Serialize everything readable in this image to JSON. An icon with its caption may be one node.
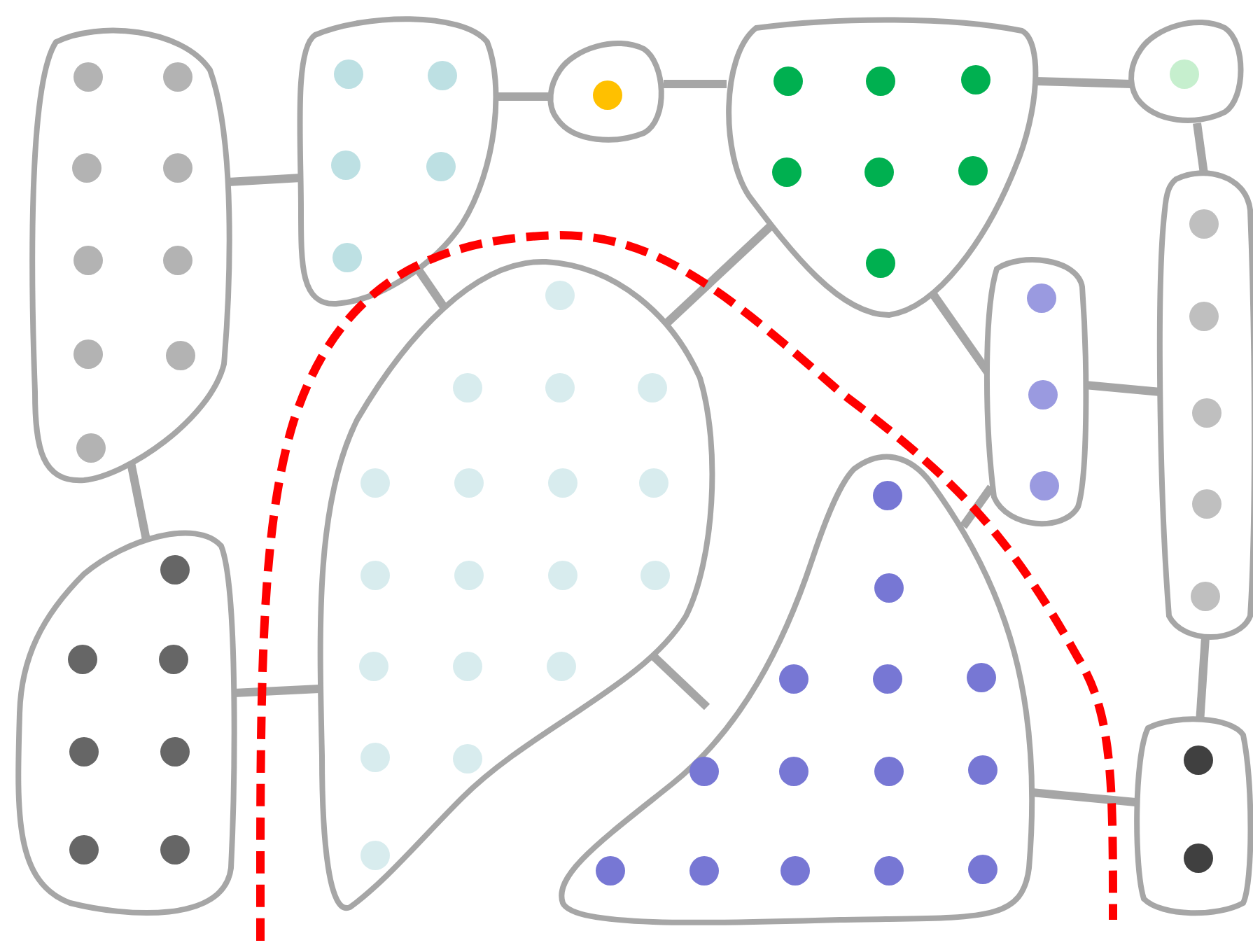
{
  "diagram": {
    "nodes": [
      {
        "text": [],
        "shape": "blob"
      },
      {
        "text": [],
        "shape": "blob"
      },
      {
        "text": [],
        "shape": "blob"
      },
      {
        "text": [],
        "shape": "blob"
      },
      {
        "text": [],
        "shape": "blob"
      },
      {
        "text": [],
        "shape": "blob"
      },
      {
        "text": [],
        "shape": "blob"
      },
      {
        "text": [],
        "shape": "blob"
      },
      {
        "text": [],
        "shape": "blob"
      },
      {
        "text": [],
        "shape": "blob"
      },
      {
        "text": [],
        "shape": "blob"
      }
    ],
    "edges": [
      {
        "from": 0,
        "to": 1,
        "arrow": "none"
      },
      {
        "from": 1,
        "to": 2,
        "arrow": "none"
      },
      {
        "from": 2,
        "to": 3,
        "arrow": "none"
      },
      {
        "from": 3,
        "to": 4,
        "arrow": "none"
      },
      {
        "from": 1,
        "to": 5,
        "arrow": "none"
      },
      {
        "from": 3,
        "to": 5,
        "arrow": "none"
      },
      {
        "from": 3,
        "to": 6,
        "arrow": "none"
      },
      {
        "from": 6,
        "to": 7,
        "arrow": "none"
      },
      {
        "from": 4,
        "to": 7,
        "arrow": "none"
      },
      {
        "from": 0,
        "to": 8,
        "arrow": "none"
      },
      {
        "from": 8,
        "to": 5,
        "arrow": "none"
      },
      {
        "from": 5,
        "to": 9,
        "arrow": "none"
      },
      {
        "from": 6,
        "to": 9,
        "arrow": "none"
      },
      {
        "from": 9,
        "to": 10,
        "arrow": "none"
      },
      {
        "from": 7,
        "to": 10,
        "arrow": "none"
      }
    ]
  }
}
